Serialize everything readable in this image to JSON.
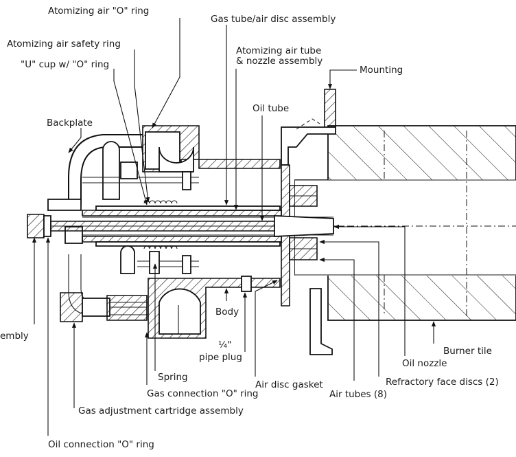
{
  "labels": {
    "atomizing_air_o_ring": "Atomizing air \"O\" ring",
    "gas_tube_air_disc": "Gas tube/air disc assembly",
    "atomizing_air_safety_ring": "Atomizing air safety ring",
    "atomizing_air_tube_line1": "Atomizing air tube",
    "atomizing_air_tube_line2": "& nozzle assembly",
    "u_cup": "\"U\" cup w/ \"O\" ring",
    "mounting": "Mounting",
    "oil_tube": "Oil tube",
    "backplate": "Backplate",
    "assembly_cut": "embly",
    "body": "Body",
    "pipe_plug_line1": "¼\"",
    "pipe_plug_line2": "pipe plug",
    "burner_tile": "Burner tile",
    "oil_nozzle": "Oil nozzle",
    "spring": "Spring",
    "air_disc_gasket": "Air disc gasket",
    "refractory_face_discs": "Refractory face discs (2)",
    "gas_connection_o_ring": "Gas connection \"O\" ring",
    "air_tubes": "Air tubes (8)",
    "gas_adjustment_cartridge": "Gas adjustment cartridge assembly",
    "oil_connection_o_ring": "Oil connection \"O\" ring"
  }
}
